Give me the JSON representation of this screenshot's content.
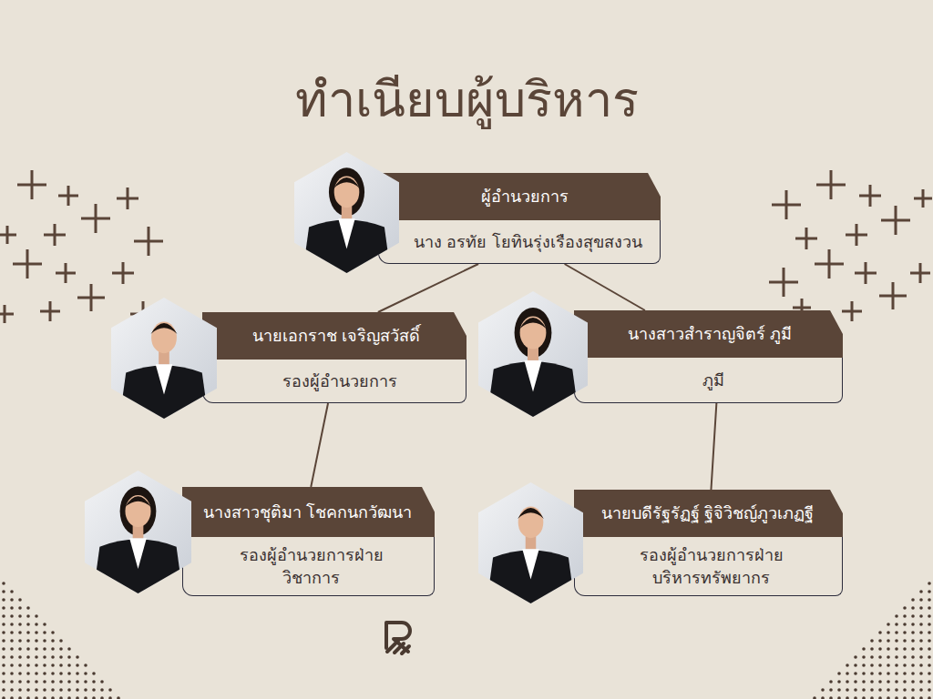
{
  "diagram": {
    "title": "ทำเนียบผู้บริหาร",
    "nodes": [
      {
        "text": [
          "ผู้อำนวยการ",
          "นาง อรทัย โยทินรุ่งเรืองสุขสงวน"
        ]
      },
      {
        "text": [
          "นายเอกราช เจริญสวัสดิ์",
          "รองผู้อำนวยการ"
        ]
      },
      {
        "text": [
          "นางสาวสำราญจิตร์ ภูมี",
          "ภูมี"
        ]
      },
      {
        "text": [
          "นางสาวชุติมา โชคกนกวัฒนา",
          "รองผู้อำนวยการฝ่าย วิชาการ"
        ]
      },
      {
        "text": [
          "นายบดีรัฐรัฏฐ์ ฐิจิวิชญ์ภูวเภฏฐี",
          "รองผู้อำนวยการฝ่าย บริหารทรัพยากร"
        ]
      }
    ],
    "edges": [
      {
        "from": 0,
        "to": 1,
        "arrow": "none"
      },
      {
        "from": 0,
        "to": 2,
        "arrow": "none"
      },
      {
        "from": 1,
        "to": 3,
        "arrow": "none"
      },
      {
        "from": 2,
        "to": 4,
        "arrow": "none"
      }
    ]
  }
}
